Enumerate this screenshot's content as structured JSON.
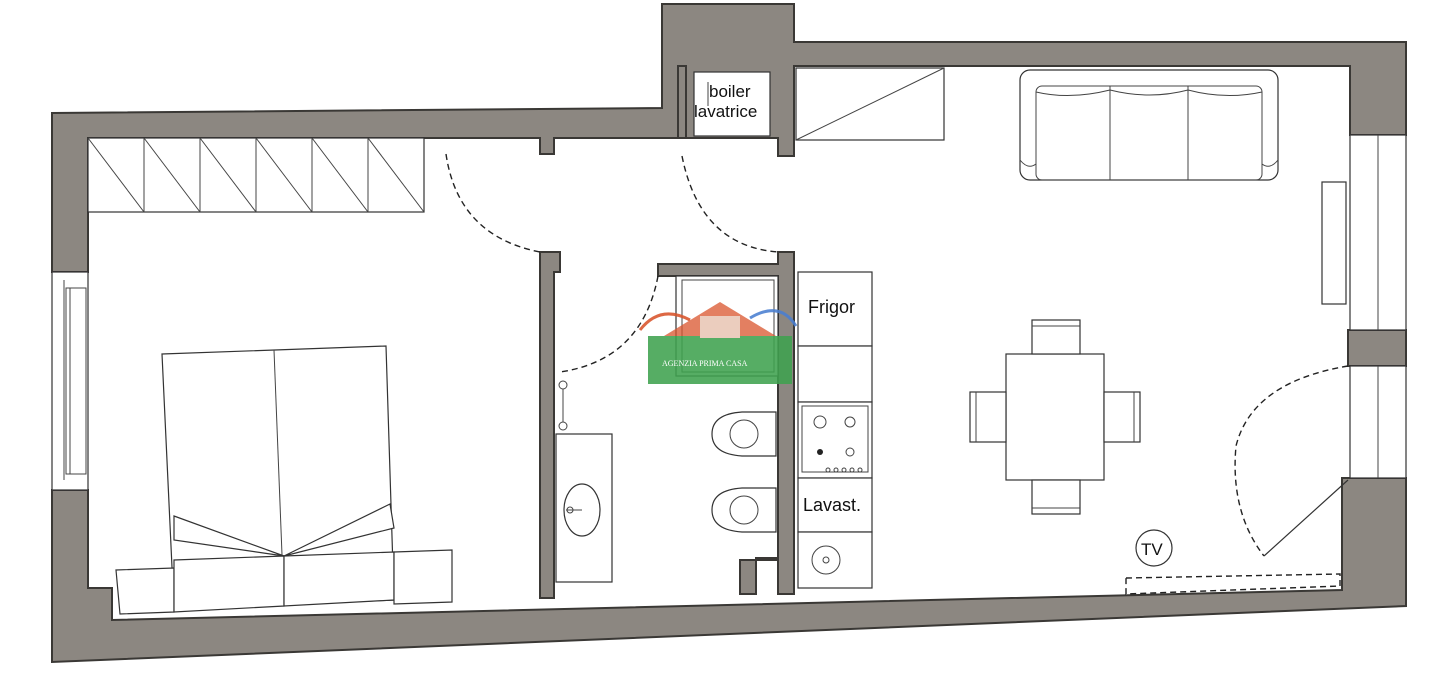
{
  "labels": {
    "boiler": "boiler",
    "lavatrice": "lavatrice",
    "frigor": "Frigor",
    "lavast": "Lavast.",
    "tv": "TV"
  },
  "watermark": {
    "agency": "AGENZIA PRIMA CASA",
    "brand_color": "#3fa24f",
    "accent_color": "#d9542b"
  },
  "colors": {
    "wall": "#8c8781",
    "background": "#ffffff",
    "lines": "#333333"
  }
}
